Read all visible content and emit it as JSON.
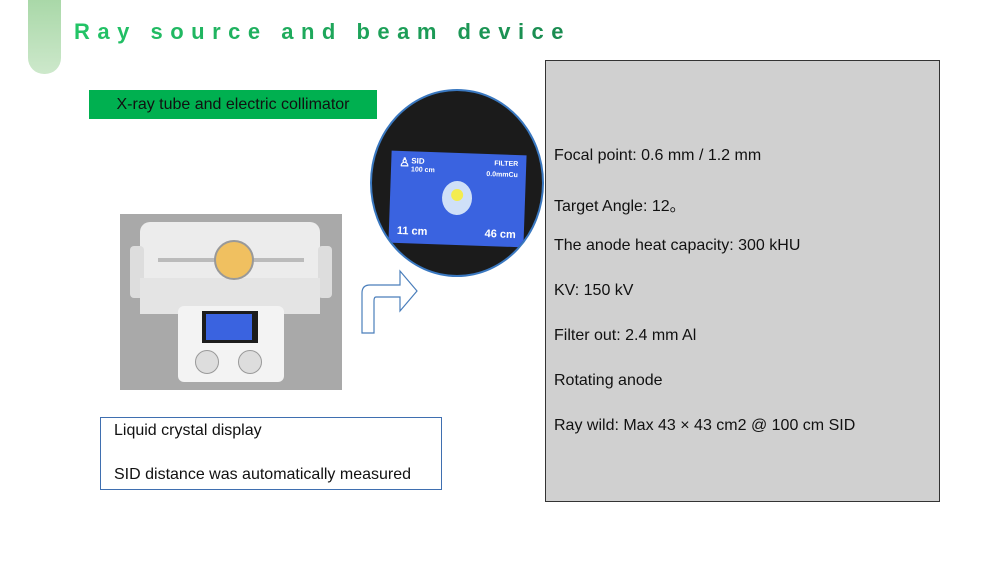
{
  "title": "Ray source and beam device",
  "subtitle": "X-ray tube and electric collimator",
  "screen": {
    "sid_label": "SID",
    "sid_value": "100 cm",
    "filter_label": "FILTER",
    "filter_value": "0.0mmCu",
    "left_cm": "11 cm",
    "right_cm": "46 cm"
  },
  "lcd_box": {
    "line1": "Liquid crystal display",
    "line2": "SID distance was automatically measured"
  },
  "specs": [
    "Focal point: 0.6 mm / 1.2 mm",
    "Target Angle: 12。",
    "The anode heat capacity: 300 kHU",
    "KV: 150 kV",
    "Filter out: 2.4 mm Al",
    "Rotating anode",
    "Ray wild: Max 43 × 43 cm2 @ 100 cm SID"
  ]
}
